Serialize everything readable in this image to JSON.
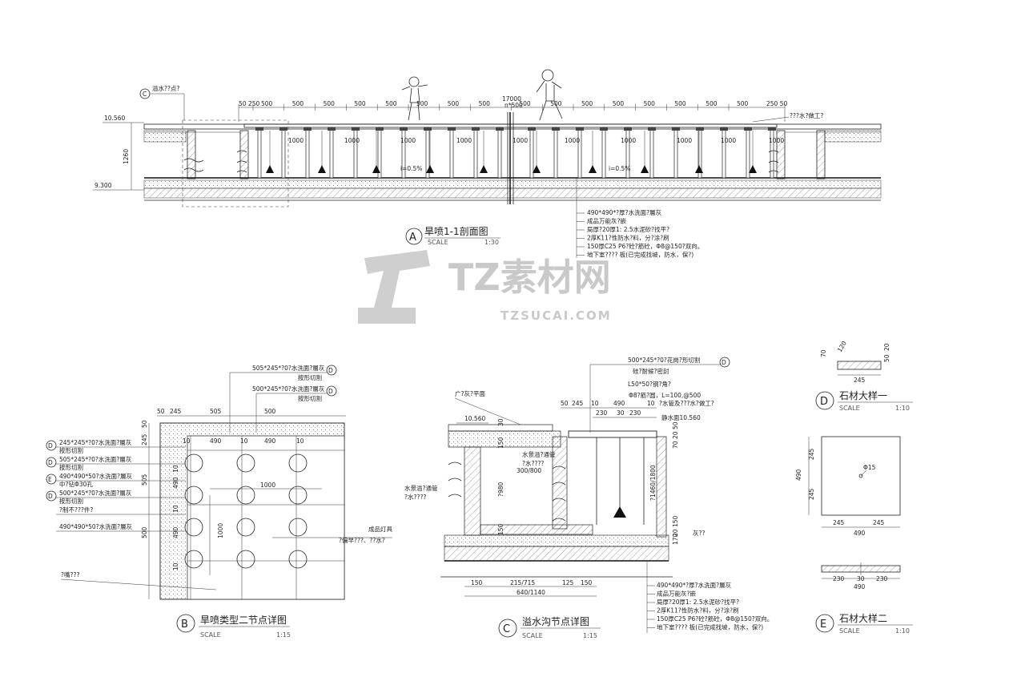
{
  "watermark": {
    "brand": "TZ素材网",
    "url": "TZSUCAI.COM"
  },
  "sectionA": {
    "bubble": "A",
    "title": "旱喷1-1剖面图",
    "scale_label": "SCALE",
    "scale": "1:30",
    "elev_top": "10.560",
    "elev_bottom": "9.300",
    "height_dim": "1260",
    "total_dim": "17000",
    "n500": "n*500",
    "slope1": "i=0.5%",
    "slope2": "i=0.5%",
    "callout_left": "溢水??点?",
    "callout_right": "???水?做工?",
    "seg": [
      "500",
      "500",
      "500",
      "500",
      "500",
      "500",
      "500",
      "500",
      "500",
      "500",
      "500",
      "500",
      "500",
      "500",
      "500",
      "500"
    ],
    "end_left": "50 250",
    "end_right": "250 50",
    "spacing": [
      "1000",
      "1000",
      "1000",
      "1000",
      "1000",
      "1000",
      "1000",
      "1000",
      "1000",
      "1000"
    ],
    "notes": [
      "490*490*?厚?水洗面?層灰",
      "成品万能灰?嵌",
      "局厚?20厚1: 2.5水泥砂?找平?",
      "2厚K11?性防水?料，分?涂?刷",
      "150厚C25 P6?砼?筋砼，Φ8@150?双向。",
      "地下室????  板(已完成找坡，防水，保?)"
    ]
  },
  "detailB": {
    "bubble": "B",
    "title": "旱喷类型二节点详图",
    "scale_label": "SCALE",
    "scale": "1:15",
    "top_notes": [
      "505*245*?0?水洗面?層灰",
      "500*245*?0?水洗面?層灰"
    ],
    "top_sub": [
      "按形切割",
      "按形切割"
    ],
    "top_dims": [
      "50",
      "245",
      "505",
      "500"
    ],
    "inner_dims": [
      "10",
      "490",
      "10",
      "490",
      "10"
    ],
    "left_dims": [
      "50",
      "245",
      "505",
      "500"
    ],
    "left_inner": [
      "10",
      "490",
      "10",
      "490",
      "10"
    ],
    "dim_1000_h": "1000",
    "dim_1000_v": "1000",
    "left_notes": [
      {
        "tag": "D",
        "text": "245*245*?0?水洗面?層灰",
        "sub": "按形切割"
      },
      {
        "tag": "D",
        "text": "505*245*?0?水洗面?層灰",
        "sub": "按形切割"
      },
      {
        "tag": "E",
        "text": "490*490*50?水洗面?層灰",
        "sub": "中?钻Φ30孔"
      },
      {
        "tag": "D",
        "text": "500*245*?0?水洗面?層灰",
        "sub": "按形切割"
      },
      {
        "tag": "",
        "text": "?制不???件?",
        "sub": ""
      },
      {
        "tag": "",
        "text": "490*490*50?水洗面?層灰",
        "sub": ""
      }
    ],
    "right_note1": "成品灯具",
    "right_note2": "?偏早???、??水?",
    "bottom_note": "?嘴???"
  },
  "detailC": {
    "bubble": "C",
    "title": "溢水沟节点详图",
    "scale_label": "SCALE",
    "scale": "1:15",
    "top_note": "500*245*?0?花岗?形切割",
    "top_sub1": "硅?耐候?密封",
    "top_sub2": "L50*50?钢?角?",
    "top_sub3": "Φ8?筋?圆，L=100,@500",
    "top_sub4": "?水管及???水?做工?",
    "plane_note": "广?灰?平面",
    "elev": "10.560",
    "elev2": "静水面10.560",
    "top_dims": [
      "50",
      "245",
      "10",
      "490",
      "10"
    ],
    "sub_dims": [
      "230",
      "30",
      "230"
    ],
    "v_dims": [
      "30",
      "150",
      "150"
    ],
    "v_right": [
      "50",
      "20",
      "70",
      "150",
      "20",
      "170"
    ],
    "pipe_note1": "水景溢?通管",
    "pipe_note2": "?水????",
    "pipe_note3": "水景溢?通管",
    "pipe_note4": "?水????",
    "dims_inner": [
      "300/800",
      "?980"
    ],
    "right_v": "?1460/1800",
    "bottom_dims": [
      "150",
      "215/715",
      "125",
      "150"
    ],
    "bottom_total": "640/1140",
    "right_note": "灰??",
    "notes": [
      "490*490*?厚?水洗面?層灰",
      "成品万能灰?嵌",
      "局厚?20厚1: 2.5水泥砂?找平?",
      "2厚K11?性防水?料，分?涂?刷",
      "150厚C25 P6?砼?筋砼，Φ8@150?双向。",
      "地下室????  板(已完成找坡，防水，保?)"
    ]
  },
  "sampleD": {
    "bubble": "D",
    "title": "石材大样一",
    "scale_label": "SCALE",
    "scale": "1:10",
    "dims": [
      "70",
      "120",
      "50",
      "20",
      "245"
    ]
  },
  "sampleE": {
    "bubble": "E",
    "title": "石材大样二",
    "scale_label": "SCALE",
    "scale": "1:10",
    "plan_dims": [
      "245",
      "245",
      "490",
      "245",
      "245",
      "490"
    ],
    "hole": "Φ15",
    "sec_dims": [
      "230",
      "30",
      "230",
      "490"
    ]
  }
}
